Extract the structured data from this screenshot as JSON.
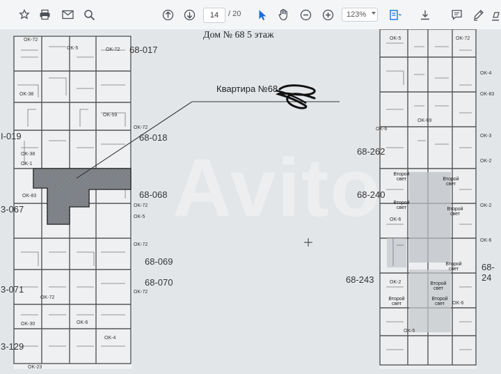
{
  "toolbar": {
    "page_current": "14",
    "page_total": "/ 20",
    "zoom": "123%",
    "icons": [
      "bookmark-icon",
      "print-icon",
      "email-icon",
      "search-icon",
      "prev-page-icon",
      "next-page-icon",
      "select-cursor-icon",
      "hand-icon",
      "zoom-out-icon",
      "zoom-in-icon",
      "page-view-icon",
      "scroll-icon",
      "comment-icon",
      "pen-icon",
      "highlight-icon"
    ]
  },
  "document": {
    "title": "Дом № 68  5 этаж",
    "callout": "Квартира №68",
    "watermark": "Avito",
    "left_units": {
      "u017": "68-017",
      "u018": "68-018",
      "u068": "68-068",
      "u069": "68-069",
      "u070": "68-070",
      "u019": "I-019",
      "u067": "3-067",
      "u071": "3-071",
      "u129": "3-129"
    },
    "right_units": {
      "u262": "68-262",
      "u240": "68-240",
      "u243": "68-243",
      "u24x": "68-24"
    },
    "tags": {
      "ok72": "OK-72",
      "ok5": "OK-5",
      "ok38": "OK-38",
      "ok59": "OK-59",
      "ok3": "OK-3",
      "ok83": "OK-83",
      "ok1": "OK-1",
      "ok4": "OK-4",
      "ok6": "OK-6",
      "ok30": "OK-30",
      "ok23": "OK-23",
      "ok2": "OK-2",
      "ok69": "OK-69"
    },
    "second_light": "Второй свет"
  }
}
